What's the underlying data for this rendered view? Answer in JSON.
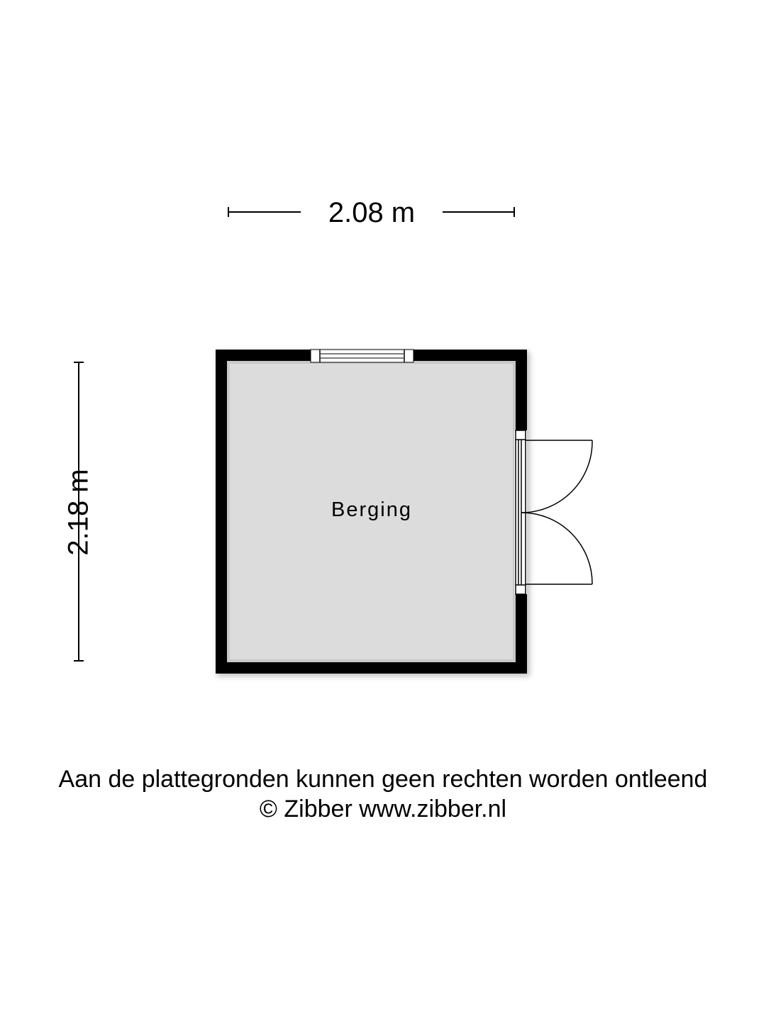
{
  "dimensions": {
    "width": "2.08 m",
    "height": "2.18 m"
  },
  "rooms": [
    {
      "name": "Berging"
    }
  ],
  "footer": {
    "disclaimer": "Aan de plattegronden kunnen geen rechten worden ontleend",
    "copyright": "© Zibber www.zibber.nl"
  },
  "colors": {
    "wall": "#000000",
    "floor": "#dcdcdc"
  }
}
